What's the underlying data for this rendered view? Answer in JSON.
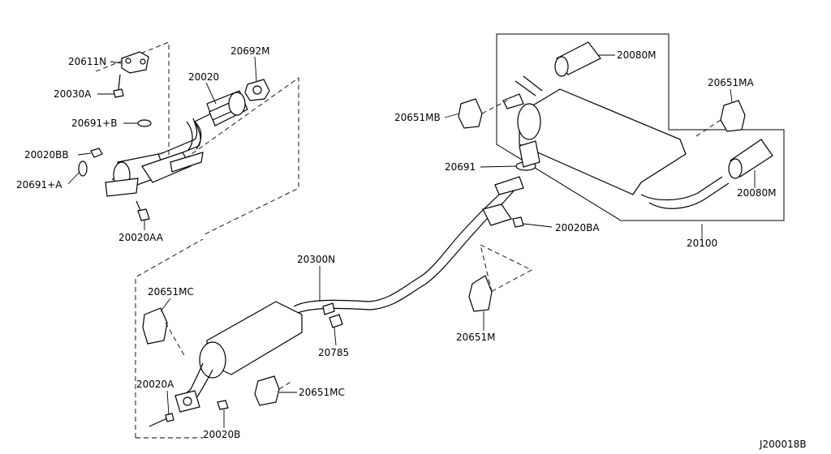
{
  "labels": {
    "p20611N": "20611N",
    "p20030A": "20030A",
    "p20691B": "20691+B",
    "p20020BB": "20020BB",
    "p20691A": "20691+A",
    "p20020AA": "20020AA",
    "p20020": "20020",
    "p20692M": "20692M",
    "p20651MB": "20651MB",
    "p20691": "20691",
    "p20020BA": "20020BA",
    "p20080M_top": "20080M",
    "p20651MA": "20651MA",
    "p20080M_right": "20080M",
    "p20100": "20100",
    "p20300N": "20300N",
    "p20651MC_left": "20651MC",
    "p20785": "20785",
    "p20651M": "20651M",
    "p20020A": "20020A",
    "p20651MC_bottom": "20651MC",
    "p20020B": "20020B"
  },
  "diagram_id": "J200018B"
}
